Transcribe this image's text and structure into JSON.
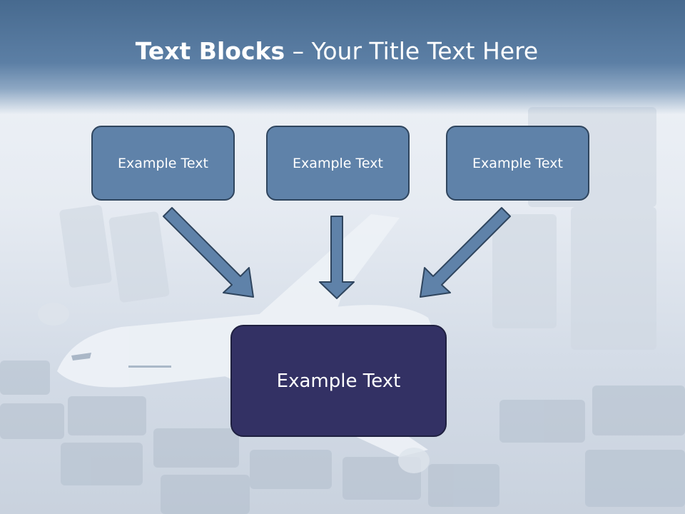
{
  "slide": {
    "title_bold": "Text Blocks",
    "title_sep": " – ",
    "title_rest": "Your Title Text Here"
  },
  "boxes": {
    "left": "Example Text",
    "center": "Example Text",
    "right": "Example Text",
    "target": "Example Text"
  },
  "colors": {
    "header": "#5c7fa5",
    "box_fill": "#5f82a9",
    "target_fill": "#333164",
    "arrow_fill": "#5f82a9"
  }
}
